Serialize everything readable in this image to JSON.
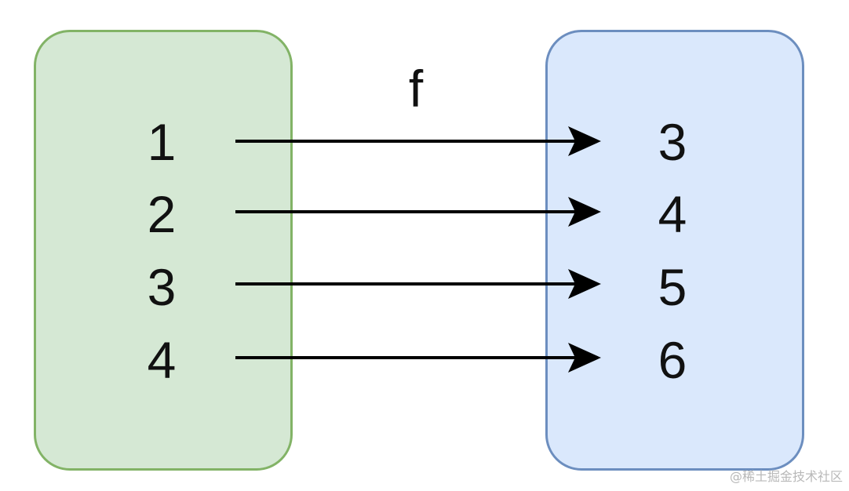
{
  "diagram": {
    "function_label": "f",
    "domain": [
      "1",
      "2",
      "3",
      "4"
    ],
    "codomain": [
      "3",
      "4",
      "5",
      "6"
    ],
    "mappings": [
      {
        "from": "1",
        "to": "3"
      },
      {
        "from": "2",
        "to": "4"
      },
      {
        "from": "3",
        "to": "5"
      },
      {
        "from": "4",
        "to": "6"
      }
    ],
    "colors": {
      "domain_fill": "#d5e8d4",
      "domain_border": "#82b366",
      "codomain_fill": "#dae8fc",
      "codomain_border": "#6c8ebf",
      "arrow": "#000000"
    }
  },
  "watermark": "@稀土掘金技术社区"
}
